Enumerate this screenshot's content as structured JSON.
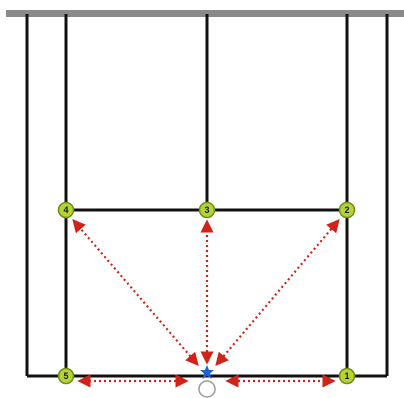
{
  "diagram": {
    "colors": {
      "court_line": "#111111",
      "top_band": "#8a8a8a",
      "marker_fill": "#b5d334",
      "marker_stroke": "#6f8f15",
      "arrow": "#d0241b",
      "base_star": "#1f5fd6",
      "circle_outline": "#9a9a9a"
    },
    "markers": [
      {
        "id": "1",
        "label": "1"
      },
      {
        "id": "2",
        "label": "2"
      },
      {
        "id": "3",
        "label": "3"
      },
      {
        "id": "4",
        "label": "4"
      },
      {
        "id": "5",
        "label": "5"
      }
    ],
    "base_marker_icon": "star-icon",
    "arrow_style": "dotted double-headed"
  }
}
